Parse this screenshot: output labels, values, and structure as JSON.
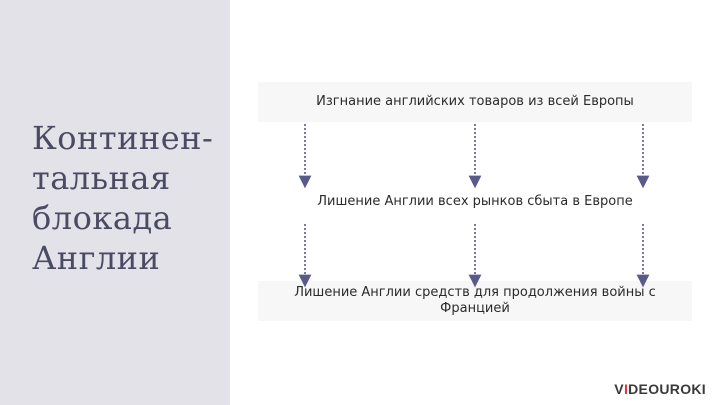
{
  "title": {
    "line1": "Континен-",
    "line2": "тальная",
    "line3": "блокада",
    "line4": "Англии"
  },
  "boxes": [
    "Изгнание английских товаров из всей Европы",
    "Лишение Англии всех рынков сбыта в Европе",
    "Лишение Англии средств для продолжения войны с Францией"
  ],
  "logo": {
    "v": "V",
    "i": "I",
    "rest": "DEOUROKI"
  },
  "colors": {
    "panel": "#e3e2e9",
    "title": "#4a4b63",
    "arrow": "#5a5a8a",
    "logo_accent": "#e3343b"
  }
}
